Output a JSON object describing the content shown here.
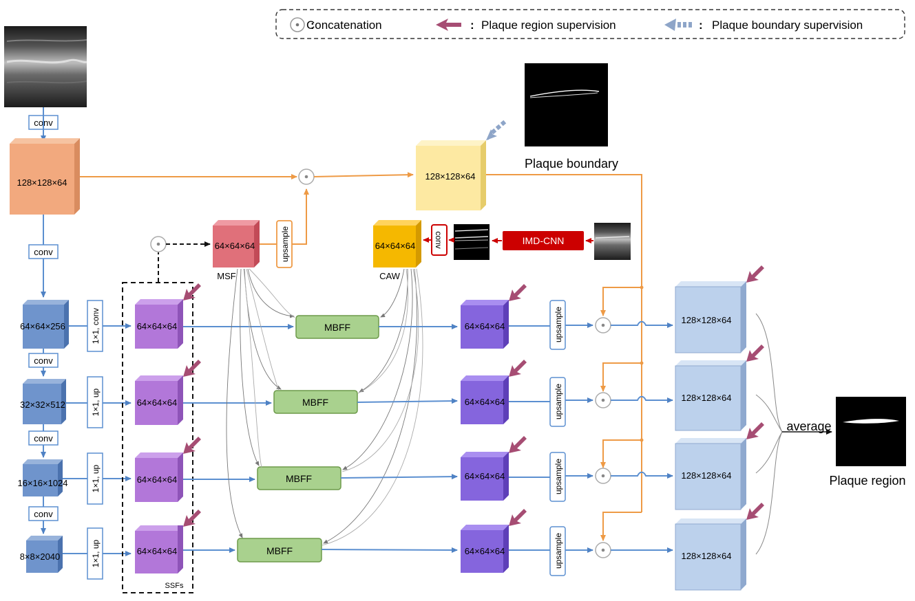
{
  "legend": {
    "concat": "Concatenation",
    "region": "Plaque region supervision",
    "boundary": "Plaque boundary supervision"
  },
  "encoder": {
    "conv": "conv",
    "block0": "128×128×64",
    "block1": "64×64×256",
    "block2": "32×32×512",
    "block3": "16×16×1024",
    "block4": "8×8×2040"
  },
  "side": {
    "conv1": "1×1, conv",
    "up": "1×1, up"
  },
  "ssf": {
    "block": "64×64×64",
    "label": "SSFs"
  },
  "msf": {
    "block": "64×64×64",
    "label": "MSF",
    "upsample": "upsample"
  },
  "caw": {
    "block": "64×64×64",
    "label": "CAW",
    "conv": "conv",
    "imd": "IMD-CNN"
  },
  "boundary": {
    "block": "128×128×64",
    "label": "Plaque boundary"
  },
  "mbff": "MBFF",
  "decoder": {
    "block": "64×64×64",
    "upsample": "upsample",
    "out": "128×128×64"
  },
  "average": "average",
  "region_label": "Plaque region",
  "colors": {
    "orange_block": "#f2a97e",
    "blue_block": "#6f94cc",
    "purple_ssf": "#b277d9",
    "purple_dec": "#8565dd",
    "pink_msf": "#e0707a",
    "gold_caw": "#f5b800",
    "yellow_boundary": "#fde9a2",
    "light_blue_out": "#bcd1ec",
    "green_mbff": "#a9d18e",
    "red_imd": "#cc0000",
    "arrow_blue": "#5b8fd0",
    "arrow_orange": "#f0a04b",
    "supervision": "#a64d73"
  }
}
